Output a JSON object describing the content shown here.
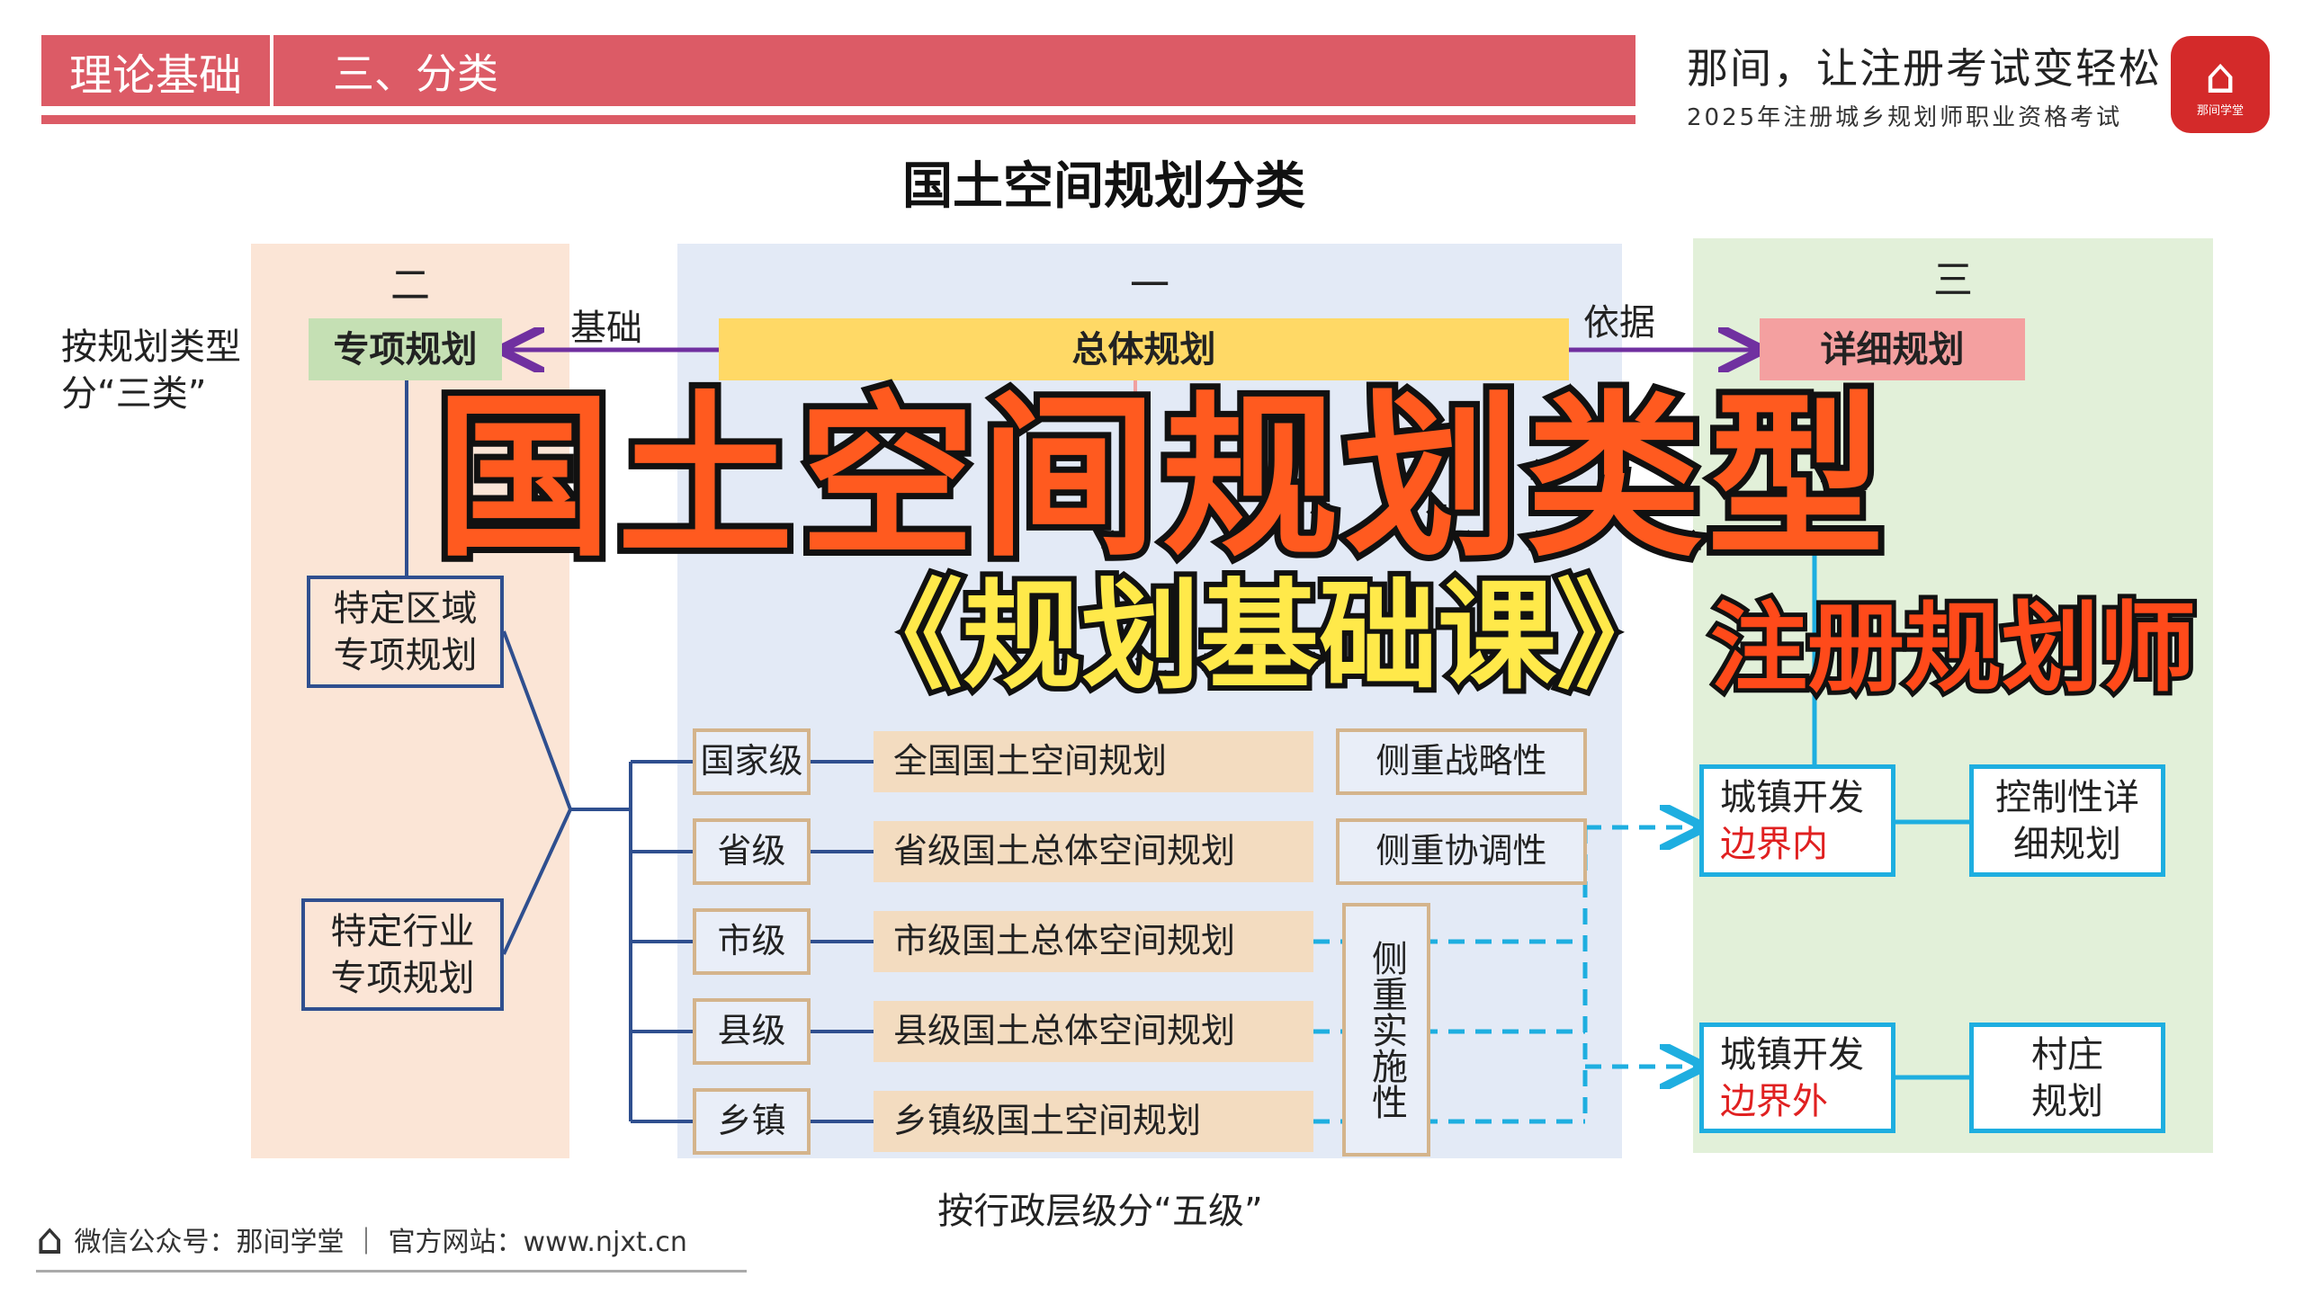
{
  "header": {
    "section": "理论基础",
    "chapter": "三、分类",
    "slogan": "那间，让注册考试变轻松",
    "subtitle": "2025年注册城乡规划师职业资格考试",
    "logo_text": "那间学堂",
    "logo_icon": "house-icon"
  },
  "diagram": {
    "title": "国土空间规划分类",
    "left_label": "按规划类型分“三类”",
    "bottom_label": "按行政层级分“五级”",
    "columns": {
      "special": "二",
      "overall": "一",
      "detailed": "三"
    },
    "types": {
      "special": "专项规划",
      "overall": "总体规划",
      "detailed": "详细规划"
    },
    "arrow_labels": {
      "basis": "基础",
      "according": "依据"
    },
    "special_items": [
      "特定区域专项规划",
      "特定行业专项规划"
    ],
    "levels": [
      {
        "level": "国家级",
        "plan": "全国国土空间规划"
      },
      {
        "level": "省级",
        "plan": "省级国土总体空间规划"
      },
      {
        "level": "市级",
        "plan": "市级国土总体空间规划"
      },
      {
        "level": "县级",
        "plan": "县级国土总体空间规划"
      },
      {
        "level": "乡镇",
        "plan": "乡镇级国土空间规划"
      }
    ],
    "focus": [
      "侧重战略性",
      "侧重协调性",
      "侧重实施性"
    ],
    "zones": [
      {
        "name": "城镇开发",
        "boundary": "边界内",
        "plan": "控制性详细规划"
      },
      {
        "name": "城镇开发",
        "boundary": "边界外",
        "plan": "村庄规划"
      }
    ],
    "colors": {
      "header": "#dc5b66",
      "special_bg": "#fbe5d6",
      "overall_bg": "#e3eaf6",
      "detailed_bg": "#e2f0d9",
      "arrow": "#7030a0",
      "tree": "#2f4f8f",
      "dashed": "#1eaee0"
    }
  },
  "overlay": {
    "main": "国土空间规划类型",
    "course": "《规划基础课》",
    "tag": "注册规划师"
  },
  "footer": {
    "text": "微信公众号：那间学堂 ｜ 官方网站：www.njxt.cn"
  }
}
